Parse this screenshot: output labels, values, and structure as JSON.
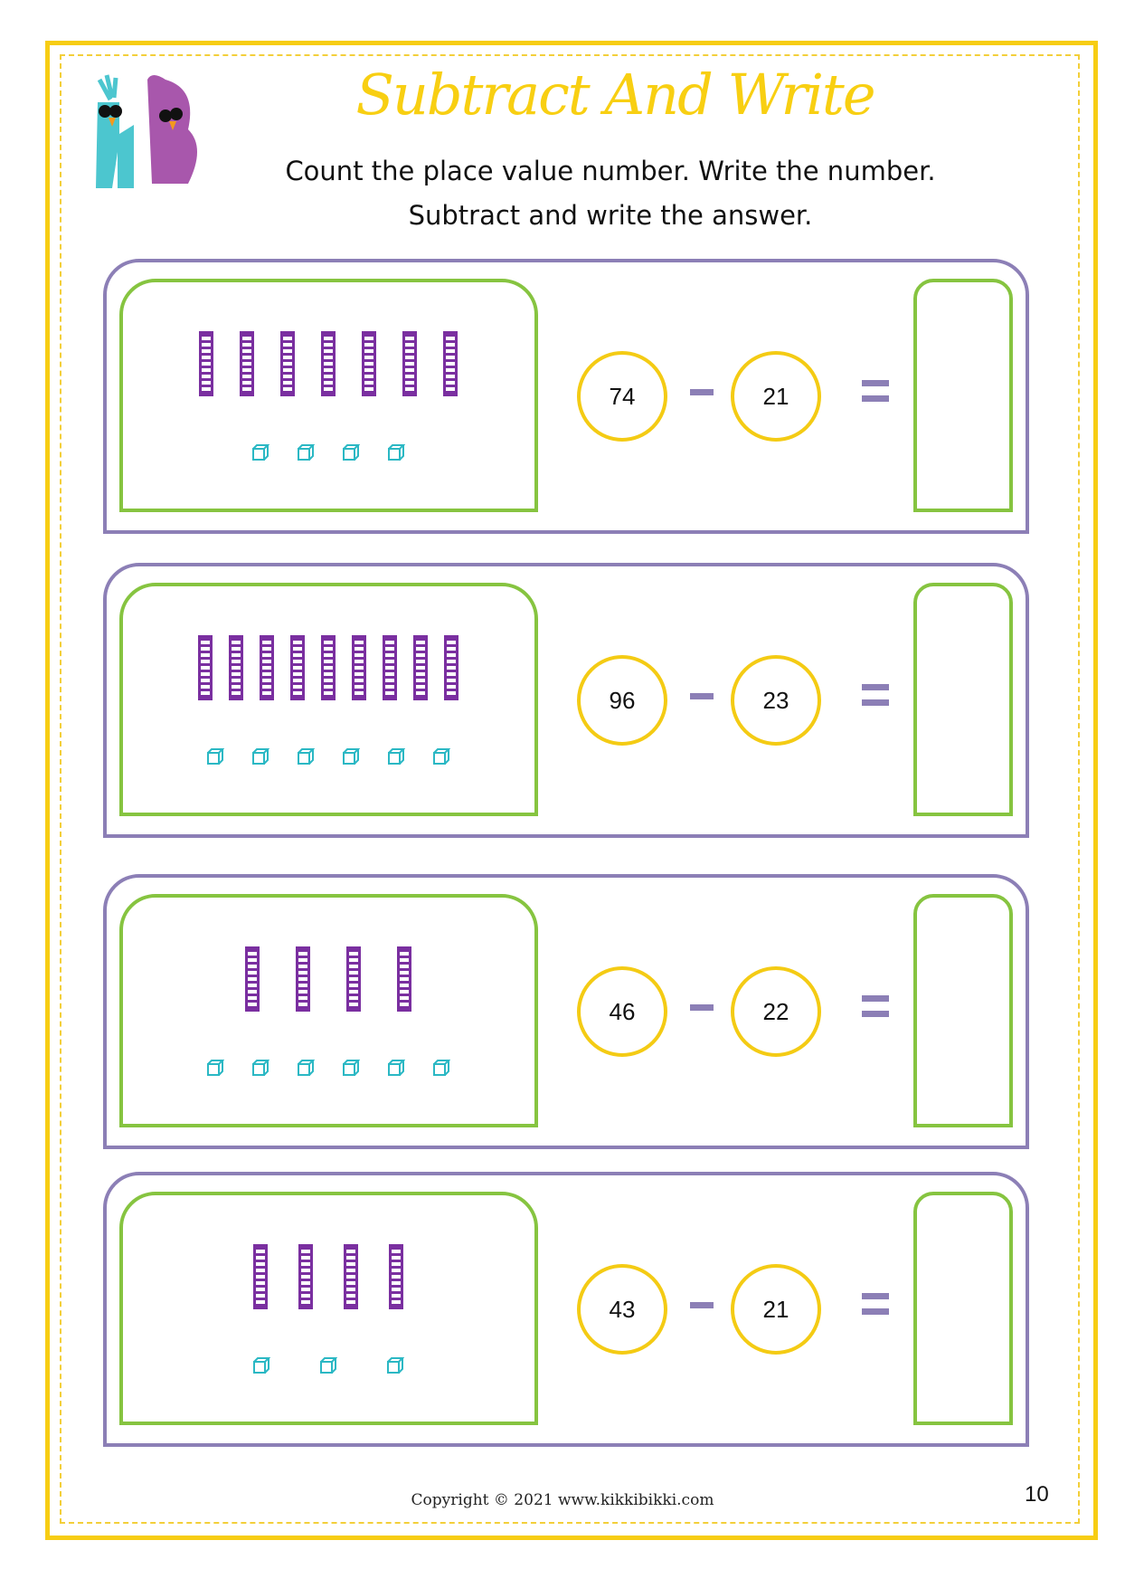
{
  "header": {
    "title": "Subtract And Write",
    "instruction_line1": "Count the place value number. Write the number.",
    "instruction_line2": "Subtract  and write the answer.",
    "logo_text": "KB"
  },
  "problems": [
    {
      "tens": 7,
      "ones": 4,
      "minuend": "74",
      "subtrahend": "21"
    },
    {
      "tens": 9,
      "ones": 6,
      "minuend": "96",
      "subtrahend": "23"
    },
    {
      "tens": 4,
      "ones": 6,
      "minuend": "46",
      "subtrahend": "22"
    },
    {
      "tens": 4,
      "ones": 3,
      "minuend": "43",
      "subtrahend": "21"
    }
  ],
  "footer": {
    "copyright": "Copyright © 2021 www.kikkibikki.com",
    "page_number": "10"
  },
  "colors": {
    "border": "#f7cd14",
    "row": "#8c7fb6",
    "green": "#86c440",
    "rod": "#7a2fa0",
    "cube": "#2bb8c4"
  }
}
